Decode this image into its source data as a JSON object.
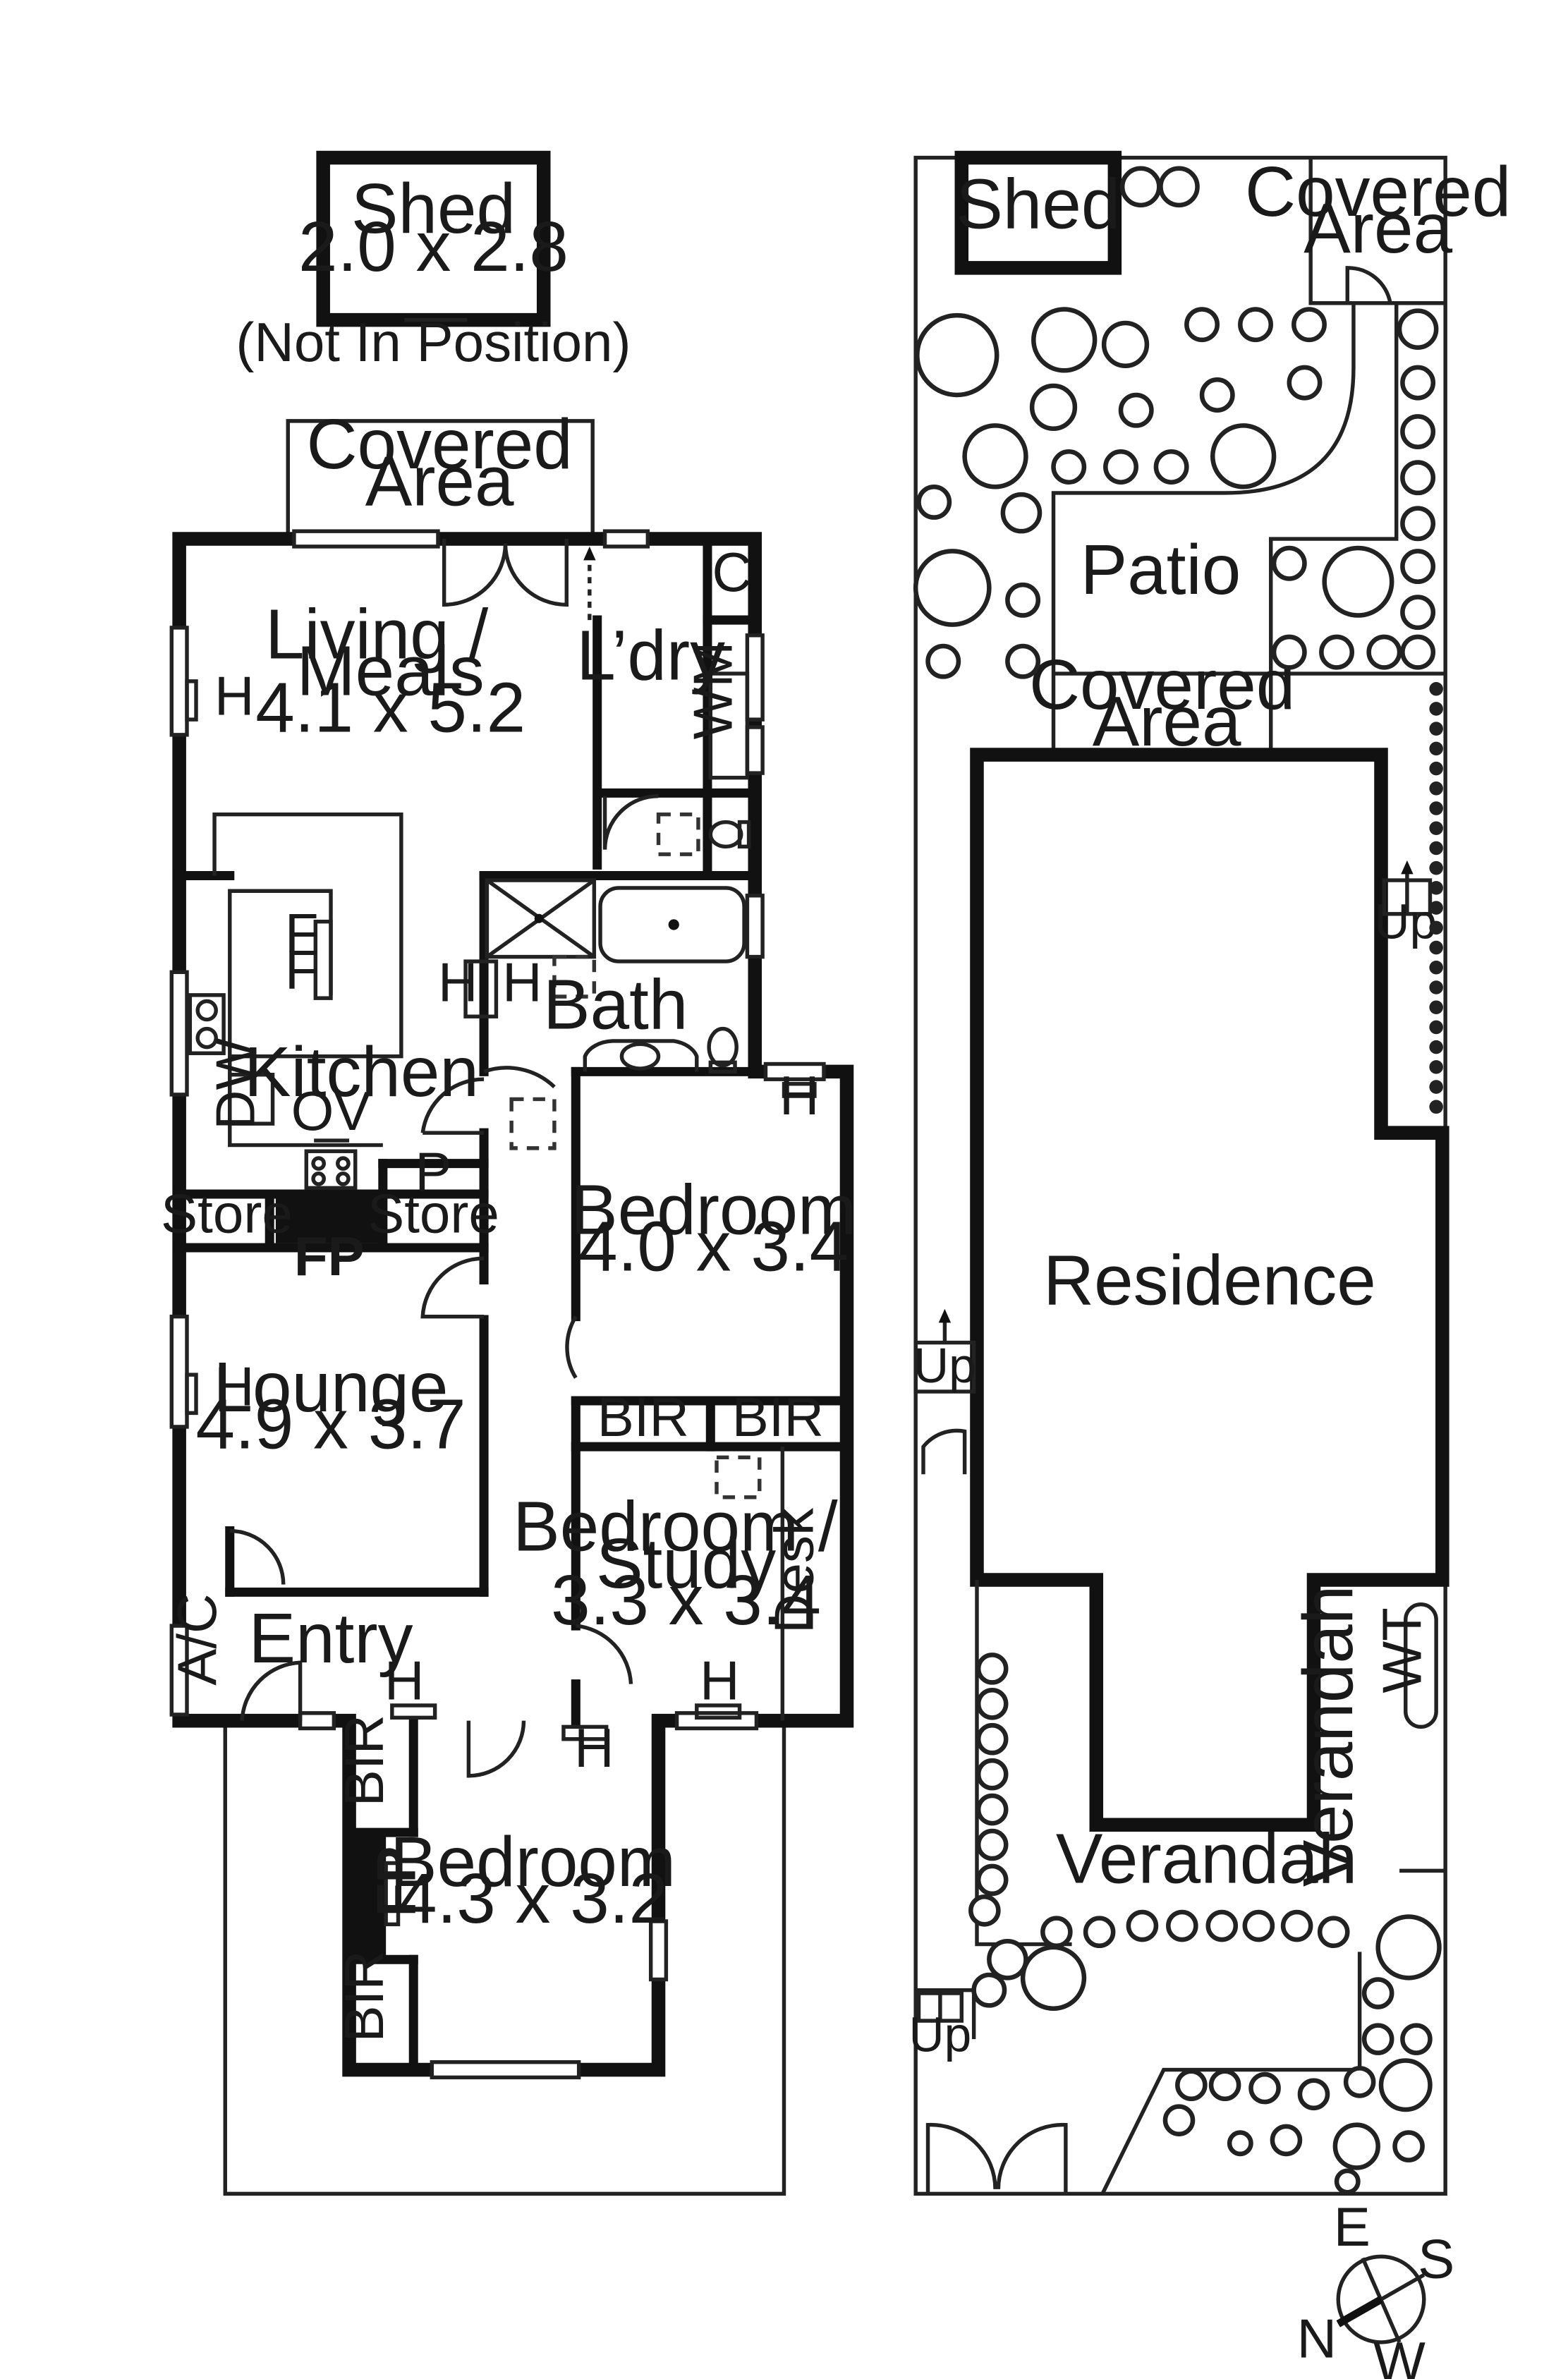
{
  "floor_plan": {
    "labels": {
      "shed_detached": "Shed",
      "shed_detached_size": "2.0 x 2.8",
      "not_in_position": "(Not In Position)",
      "covered_area_word1": "Covered",
      "covered_area_word2": "Area",
      "living_word1": "Living /",
      "living_word2": "Meals",
      "living_size": "4.1 x 5.2",
      "laundry": "L’dry",
      "cupboard": "C",
      "washing_machine": "WM",
      "bath": "Bath",
      "kitchen": "Kitchen",
      "dishwasher": "DW",
      "oven": "OV",
      "pantry": "P",
      "fridge1": "F",
      "fridge2": "F",
      "heater": "H",
      "store": "Store",
      "fireplace": "FP",
      "bedroom": "Bedroom",
      "bedroom1_size": "4.0 x 3.4",
      "lounge": "Lounge",
      "lounge_size": "4.9 x 3.7",
      "bir": "BIR",
      "bedroom_study_word1": "Bedroom /",
      "bedroom_study_word2": "Study",
      "bedroom_study_size": "3.3 x 3.4",
      "desk": "Desk",
      "aircon": "A/C",
      "entry": "Entry",
      "bedroom3_size": "4.3 x 3.2"
    }
  },
  "site_plan": {
    "labels": {
      "shed": "Shed",
      "covered_area_word1": "Covered",
      "covered_area_word2": "Area",
      "patio": "Patio",
      "residence": "Residence",
      "up": "Up",
      "verandah": "Verandah",
      "water_tank": "WT"
    }
  },
  "compass": {
    "north": "N",
    "east": "E",
    "south": "S",
    "west": "W"
  },
  "colors": {
    "line": "#111111",
    "background": "#ffffff"
  }
}
